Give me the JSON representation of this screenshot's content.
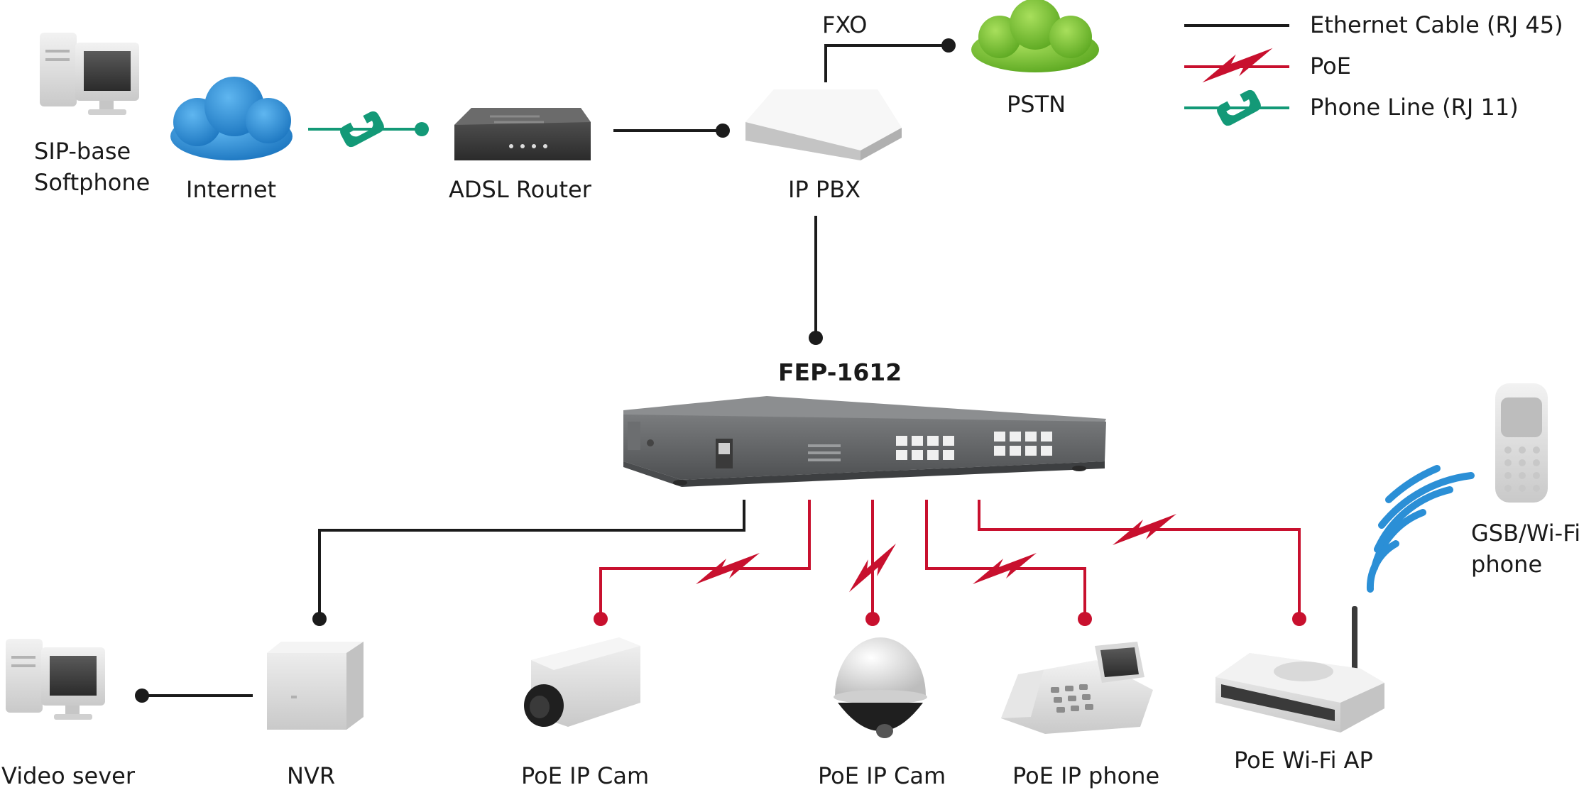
{
  "legend": {
    "ethernet": "Ethernet Cable (RJ 45)",
    "poe": "PoE",
    "phone_line": "Phone Line (RJ 11)"
  },
  "nodes": {
    "softphone": {
      "line1": "SIP-base",
      "line2": "Softphone"
    },
    "internet": "Internet",
    "adsl_router": "ADSL Router",
    "ip_pbx": "IP PBX",
    "fxo": "FXO",
    "pstn": "PSTN",
    "switch": "FEP-1612",
    "video_server": "Video sever",
    "nvr": "NVR",
    "poe_cam_box": "PoE IP Cam",
    "poe_cam_dome": "PoE IP Cam",
    "poe_phone": "PoE IP phone",
    "poe_ap": "PoE Wi-Fi AP",
    "mobile": {
      "line1": "GSB/Wi-Fi",
      "line2": "phone"
    }
  },
  "colors": {
    "ethernet": "#1b1b1b",
    "poe": "#c8102e",
    "phone_line": "#139977",
    "internet_cloud": "#2b8fd6",
    "pstn_cloud": "#7cc234",
    "wifi_waves": "#2b8fd6"
  }
}
